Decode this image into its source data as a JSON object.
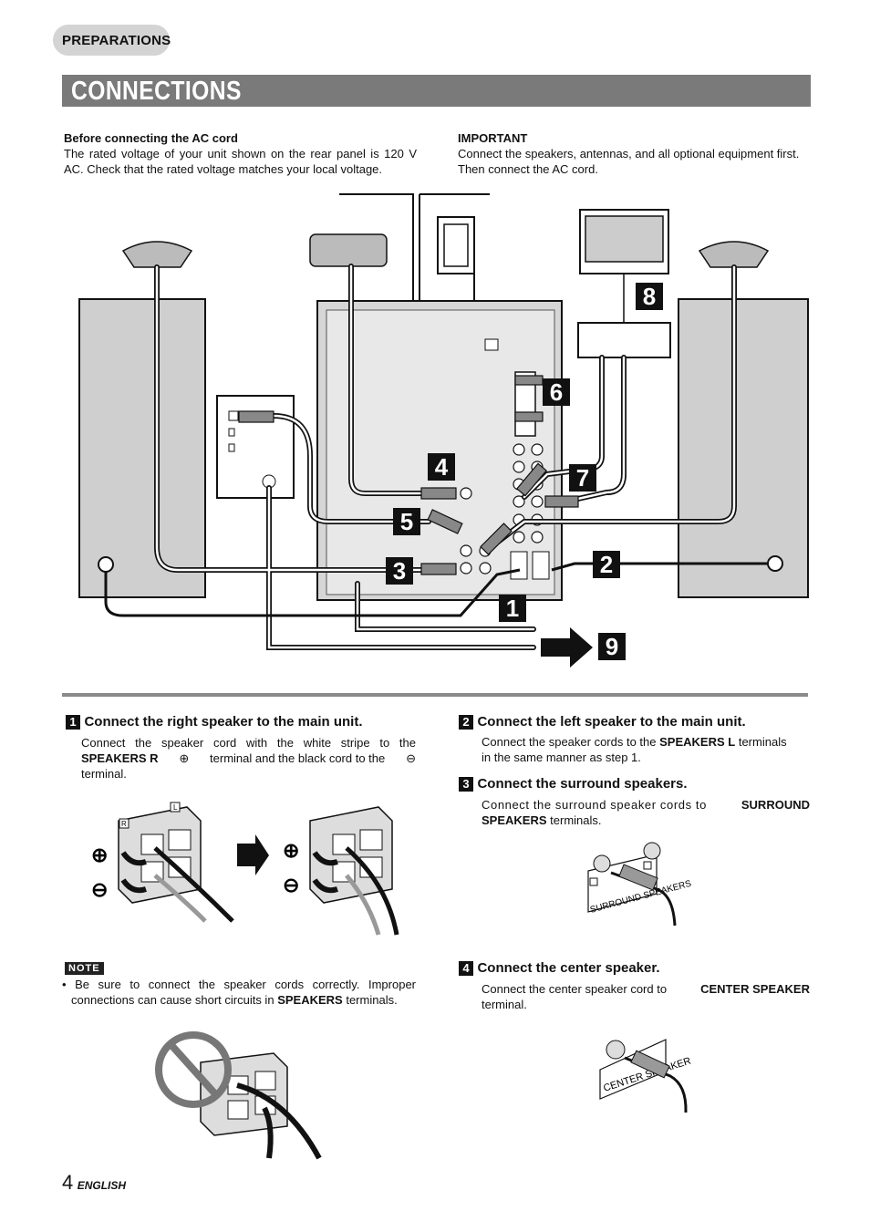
{
  "header": {
    "section": "PREPARATIONS",
    "title": "CONNECTIONS"
  },
  "intro": {
    "left_heading": "Before connecting the AC cord",
    "left_text": "The rated voltage of your unit shown on the rear panel is 120 V AC. Check that the rated voltage matches your local voltage.",
    "right_heading": "IMPORTANT",
    "right_text_line1": "Connect the speakers, antennas, and all optional equipment first.",
    "right_text_line2": "Then connect the AC cord."
  },
  "diagram": {
    "callouts": [
      "1",
      "2",
      "3",
      "4",
      "5",
      "6",
      "7",
      "8",
      "9"
    ]
  },
  "steps": {
    "s1": {
      "num": "1",
      "heading": "Connect the right speaker to the main unit.",
      "text_a": "Connect the speaker cord with the white stripe to the",
      "text_b1": "SPEAKERS R",
      "text_b2": "terminal and the black cord to the",
      "text_c": "terminal."
    },
    "s2": {
      "num": "2",
      "heading": "Connect the left speaker to the main unit.",
      "text_a1": "Connect the speaker cords to the",
      "text_a2": "SPEAKERS L",
      "text_a3": "terminals",
      "text_b": "in the same manner as step 1."
    },
    "s3": {
      "num": "3",
      "heading": "Connect the surround speakers.",
      "text_a1": "Connect the surround speaker cords to",
      "text_a2": "SURROUND",
      "text_b1": "SPEAKERS",
      "text_b2": "terminals."
    },
    "s4": {
      "num": "4",
      "heading": "Connect the center speaker.",
      "text_a1": "Connect the center speaker cord to",
      "text_a2": "CENTER SPEAKER",
      "text_b": "terminal."
    }
  },
  "note": {
    "label": "NOTE",
    "text_a": "• Be sure to connect the speaker cords correctly. Improper",
    "text_b1": "connections can cause short circuits in",
    "text_b2": "SPEAKERS",
    "text_b3": "terminals."
  },
  "figures": {
    "terminal_R": "R",
    "terminal_L": "L",
    "surround_label": "SURROUND SPEAKERS",
    "center_label": "CENTER SPEAKER"
  },
  "footer": {
    "page_number": "4",
    "language": "ENGLISH"
  }
}
